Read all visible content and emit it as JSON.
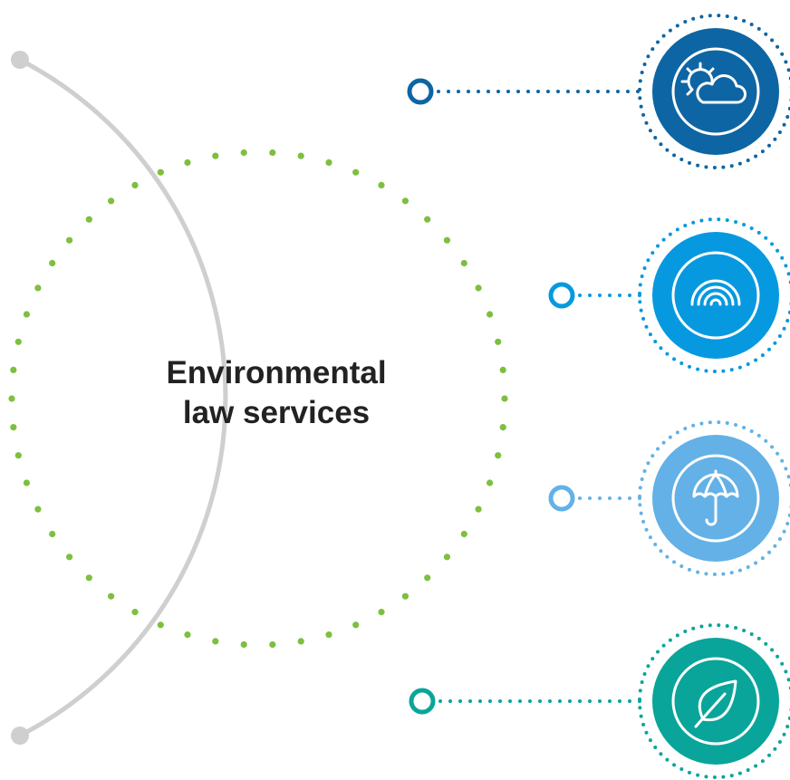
{
  "title": {
    "line1": "Environmental",
    "line2": "law services"
  },
  "colors": {
    "arc": "#cfcfcf",
    "inner_dots": "#7dbf3f",
    "text": "#222222"
  },
  "nodes": [
    {
      "name": "weather",
      "icon": "sun-behind-cloud-icon",
      "color": "#0e65a3"
    },
    {
      "name": "rainbow",
      "icon": "rainbow-icon",
      "color": "#0799e0"
    },
    {
      "name": "umbrella",
      "icon": "umbrella-icon",
      "color": "#63b1e6"
    },
    {
      "name": "leaf",
      "icon": "leaf-icon",
      "color": "#0aa59a"
    }
  ]
}
